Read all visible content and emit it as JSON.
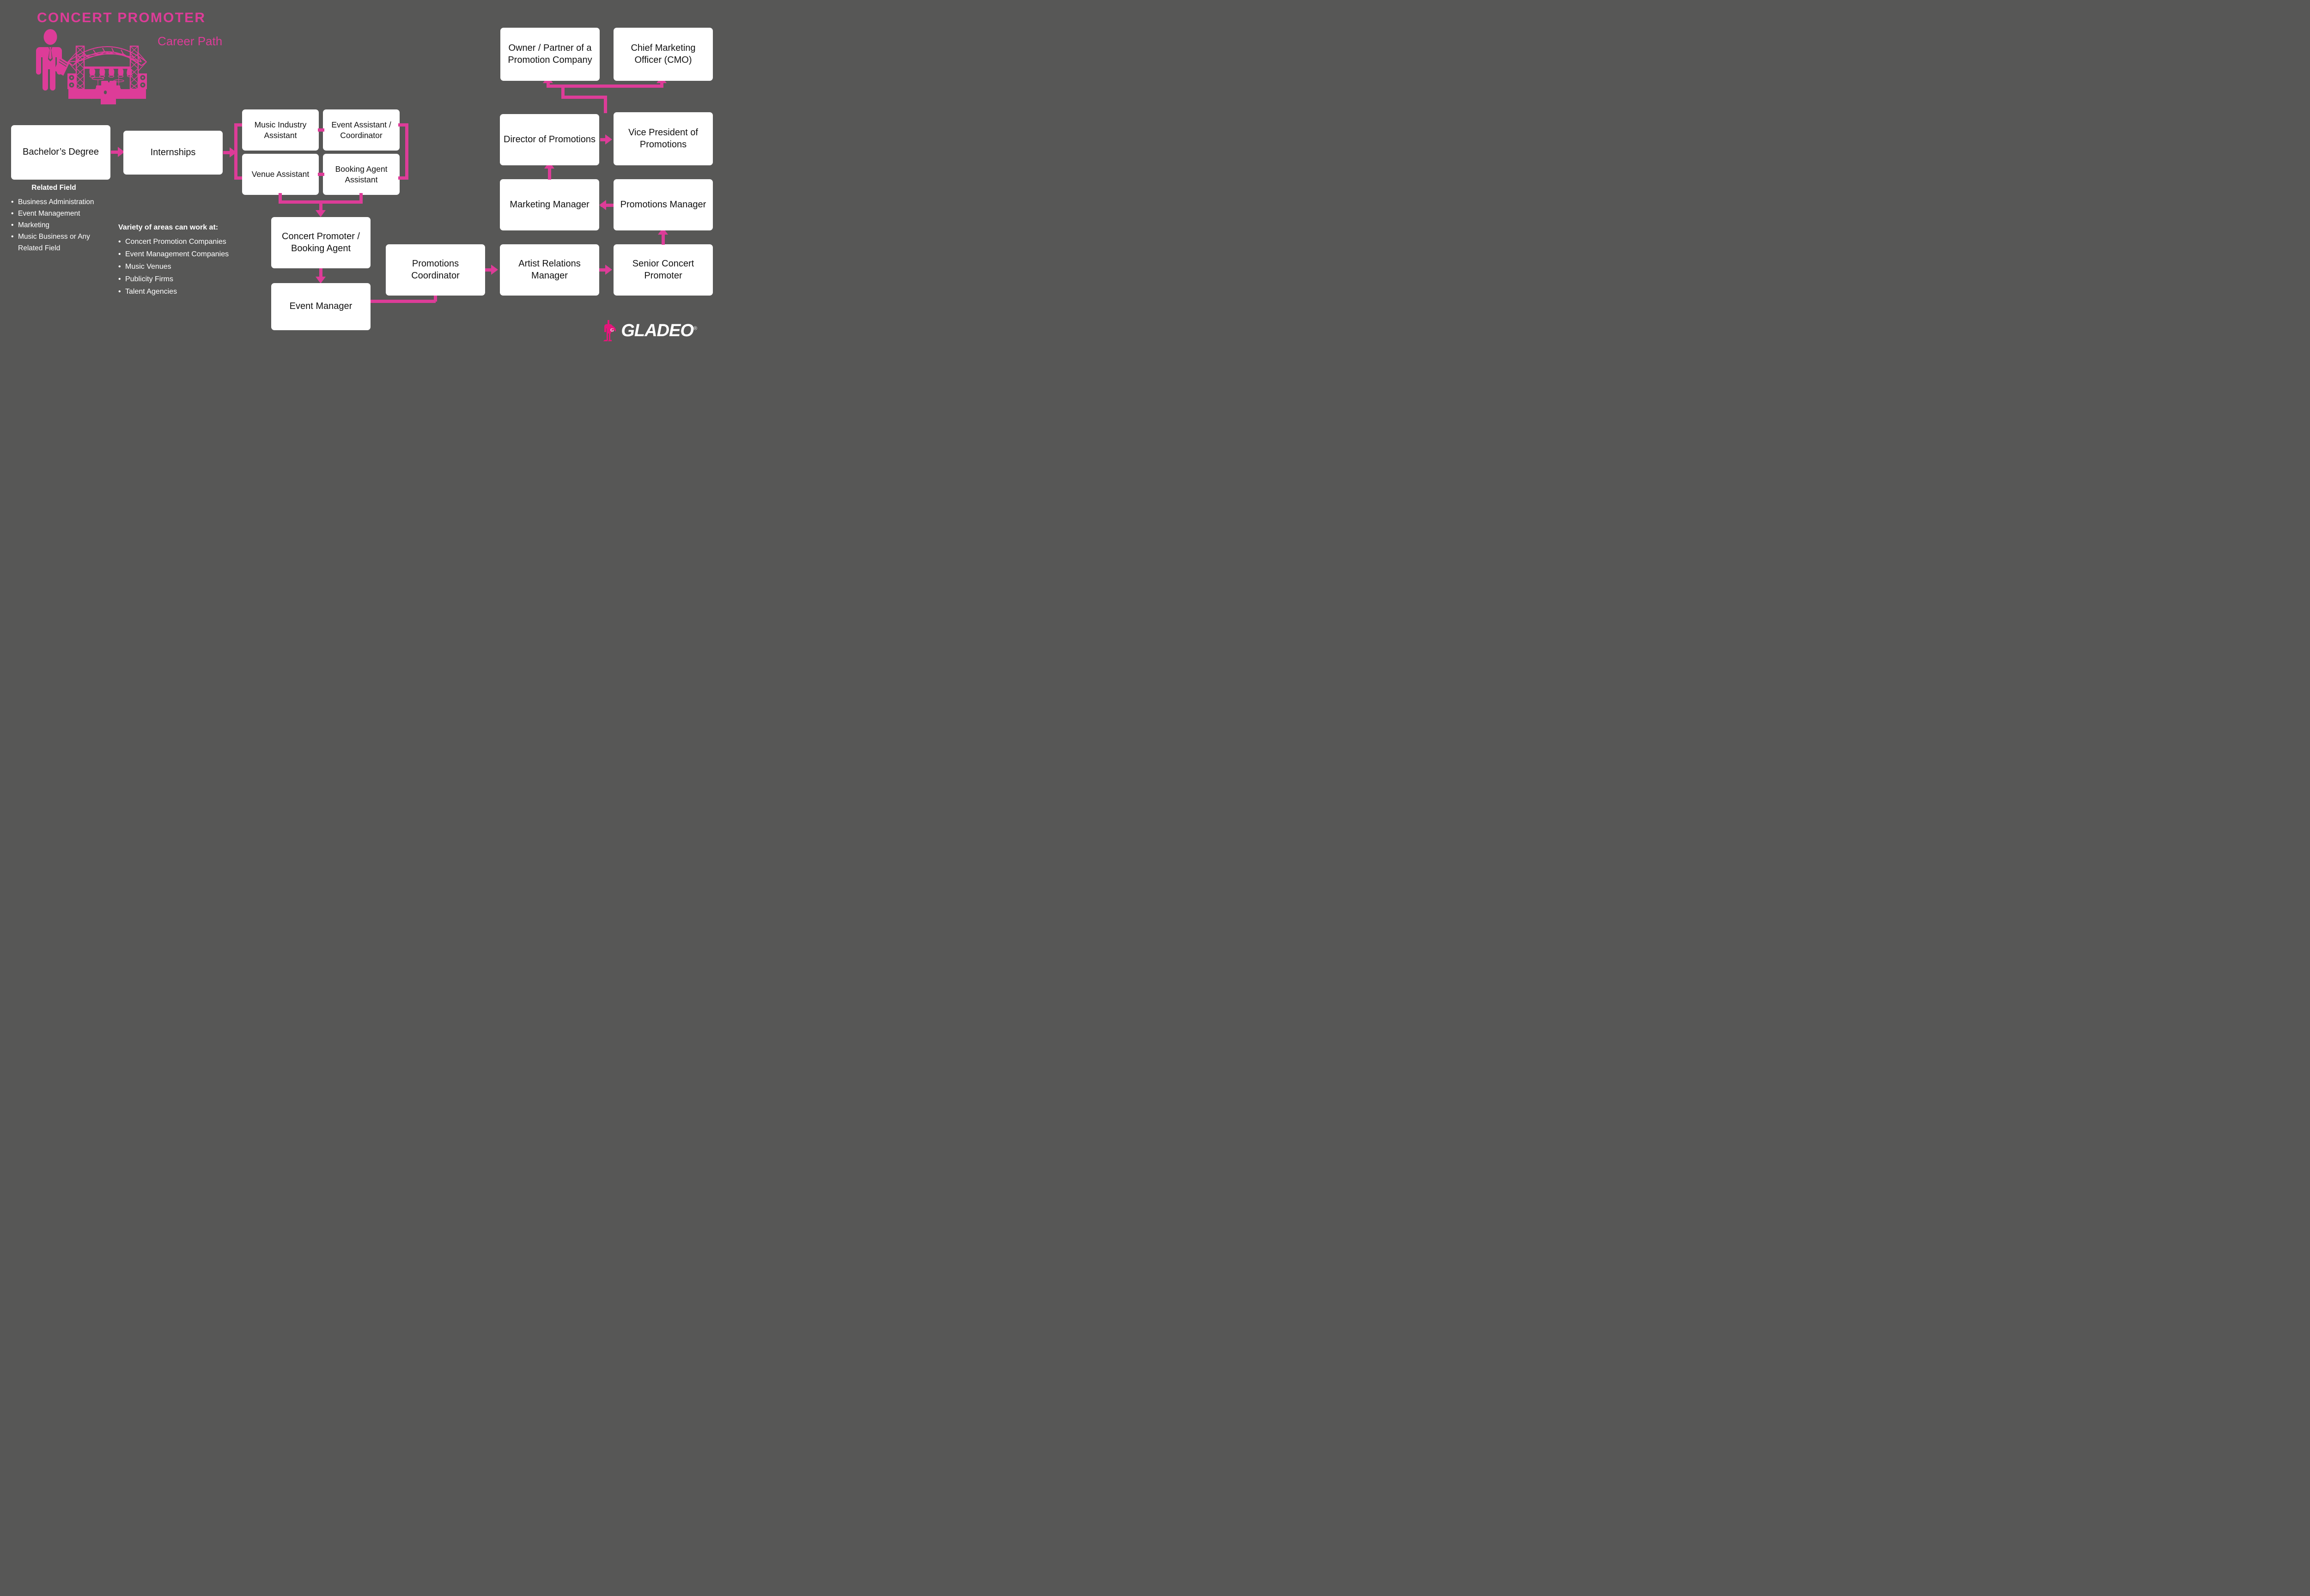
{
  "header": {
    "title": "CONCERT PROMOTER",
    "subtitle": "Career Path",
    "illustration_name": "concert-promoter-stage-illustration"
  },
  "theme": {
    "background": "#575756",
    "accent_pink": "#DD3C98",
    "box_fill": "#FFFFFF",
    "box_text": "#111111",
    "body_text": "#FFFFFF"
  },
  "nodes": {
    "bachelors_degree": "Bachelor’s Degree",
    "internships": "Internships",
    "music_industry_assistant": "Music Industry Assistant",
    "event_assistant_coordinator": "Event Assistant / Coordinator",
    "venue_assistant": "Venue Assistant",
    "booking_agent_assistant": "Booking Agent Assistant",
    "concert_promoter_booking_agent": "Concert Promoter / Booking Agent",
    "event_manager": "Event Manager",
    "promotions_coordinator": "Promotions Coordinator",
    "artist_relations_manager": "Artist Relations Manager",
    "senior_concert_promoter": "Senior Concert Promoter",
    "marketing_manager": "Marketing Manager",
    "promotions_manager": "Promotions Manager",
    "director_of_promotions": "Director of Promotions",
    "vice_president_of_promotions": "Vice President of Promotions",
    "owner_partner": "Owner / Partner of a Promotion Company",
    "cmo": "Chief Marketing Officer (CMO)"
  },
  "related_field": {
    "heading": "Related Field",
    "items": [
      "Business Administration",
      "Event Management",
      "Marketing",
      "Music Business or Any Related Field"
    ]
  },
  "areas": {
    "heading": "Variety of areas can work at:",
    "items": [
      "Concert Promotion Companies",
      "Event Management Companies",
      "Music Venues",
      "Publicity Firms",
      "Talent Agencies"
    ]
  },
  "logo": {
    "word": "GLADEO",
    "registered": "®",
    "mark_name": "gladeo-superhero-mark",
    "mark_letter": "G"
  }
}
